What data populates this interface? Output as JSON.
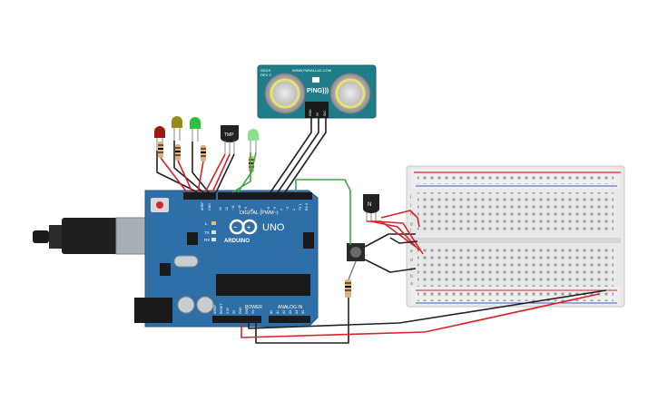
{
  "arduino": {
    "model": "UNO",
    "brand": "ARDUINO",
    "digital_label": "DIGITAL (PWM~)",
    "power_label": "POWER",
    "analog_label": "ANALOG IN",
    "tx_label": "TX",
    "rx_label": "RX",
    "l_label": "L",
    "aref_label": "AREF",
    "gnd_label": "GND",
    "pin13_label": "13",
    "pin12_label": "12",
    "pin11_label": "~11",
    "pin10_label": "~10",
    "pin9_label": "~9",
    "pin8_label": "8",
    "pin7_label": "7",
    "pin6_label": "~6",
    "pin5_label": "~5",
    "pin4_label": "4",
    "pin3_label": "~3",
    "pin2_label": "2",
    "pin1_label": "TX 1",
    "pin0_label": "RX 0",
    "ioref_label": "IOREF",
    "reset_label": "RESET",
    "v33_label": "3.3V",
    "v5_label": "5V",
    "gnd1_label": "GND",
    "gnd2_label": "GND",
    "vin_label": "Vin",
    "a0_label": "A0",
    "a1_label": "A1",
    "a2_label": "A2",
    "a3_label": "A3",
    "a4_label": "A4",
    "a5_label": "A5"
  },
  "sensor": {
    "name": "PING)))",
    "site": "WWW.PARALLAX.COM",
    "model_line1": "28015",
    "model_line2": "REV C",
    "pin_gnd": "GND",
    "pin_5v": "5V",
    "pin_sig": "SIG"
  },
  "tmp_sensor": {
    "label": "TMP"
  },
  "transistor": {
    "label": "N"
  },
  "breadboard": {
    "row_letters_top": [
      "j",
      "i",
      "h",
      "g",
      "f"
    ],
    "row_letters_bottom": [
      "e",
      "d",
      "c",
      "b",
      "a"
    ],
    "columns": 30
  },
  "colors": {
    "arduino_blue": "#2e6fa8",
    "sensor_teal": "#1f7d8a",
    "wire_red": "#d9232a",
    "wire_black": "#222222",
    "wire_green": "#3aa845",
    "led_red": "#9b1b12",
    "led_yellow": "#9a8b18",
    "led_green": "#2fbf3c",
    "led_light_green": "#8fe08a"
  }
}
